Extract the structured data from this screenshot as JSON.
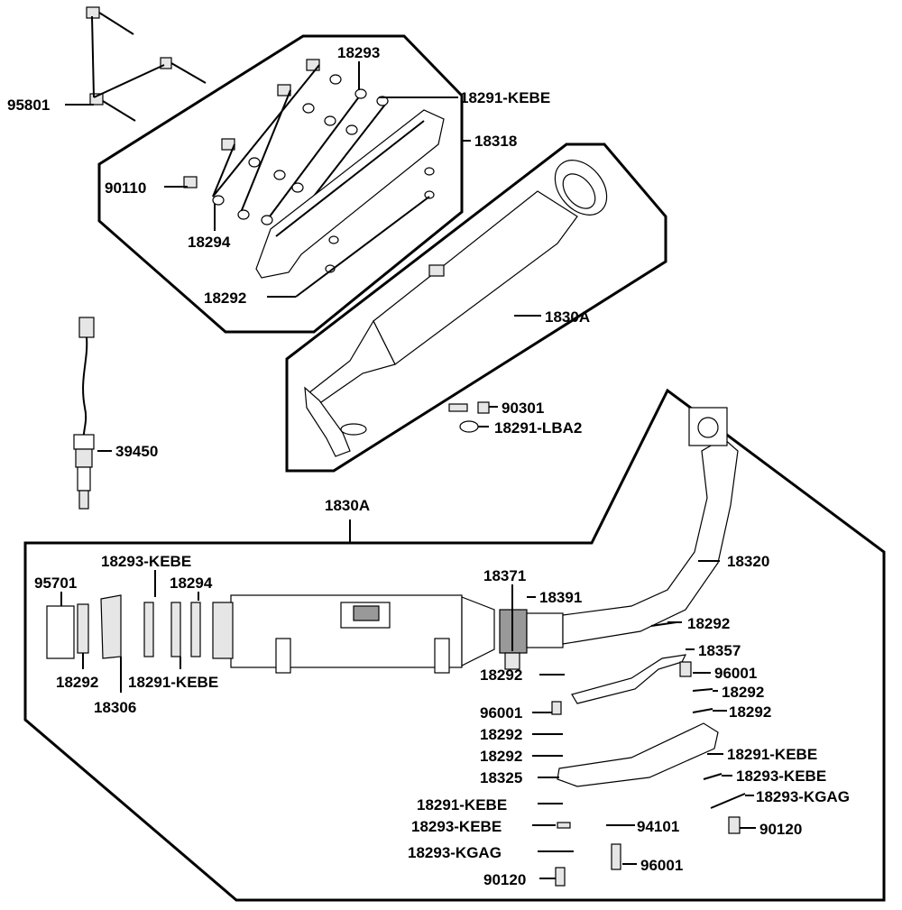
{
  "labels": {
    "upper_95801": "95801",
    "upper_90110": "90110",
    "upper_18293": "18293",
    "upper_18291_kebe": "18291-KEBE",
    "upper_18318": "18318",
    "upper_18294": "18294",
    "upper_18292": "18292",
    "upper_1830a": "1830A",
    "upper_90301": "90301",
    "upper_18291_lba2": "18291-LBA2",
    "sensor_39450": "39450",
    "lower_1830a": "1830A",
    "lower_18293_kebe_top": "18293-KEBE",
    "lower_95701": "95701",
    "lower_18294": "18294",
    "lower_18292_left": "18292",
    "lower_18291_kebe_left": "18291-KEBE",
    "lower_18306": "18306",
    "lower_18371": "18371",
    "lower_18391": "18391",
    "lower_18320": "18320",
    "lower_18292_a": "18292",
    "lower_18357": "18357",
    "lower_18292_b": "18292",
    "lower_96001_a": "96001",
    "lower_96001_b": "96001",
    "lower_18292_c": "18292",
    "lower_18292_d": "18292",
    "lower_18292_e": "18292",
    "lower_18292_f": "18292",
    "lower_18291_kebe_r": "18291-KEBE",
    "lower_18325": "18325",
    "lower_18293_kebe_r": "18293-KEBE",
    "lower_18291_kebe_l2": "18291-KEBE",
    "lower_18293_kgag_r": "18293-KGAG",
    "lower_18293_kebe_l2": "18293-KEBE",
    "lower_94101": "94101",
    "lower_90120_r": "90120",
    "lower_18293_kgag_l": "18293-KGAG",
    "lower_96001_c": "96001",
    "lower_90120_l": "90120"
  }
}
